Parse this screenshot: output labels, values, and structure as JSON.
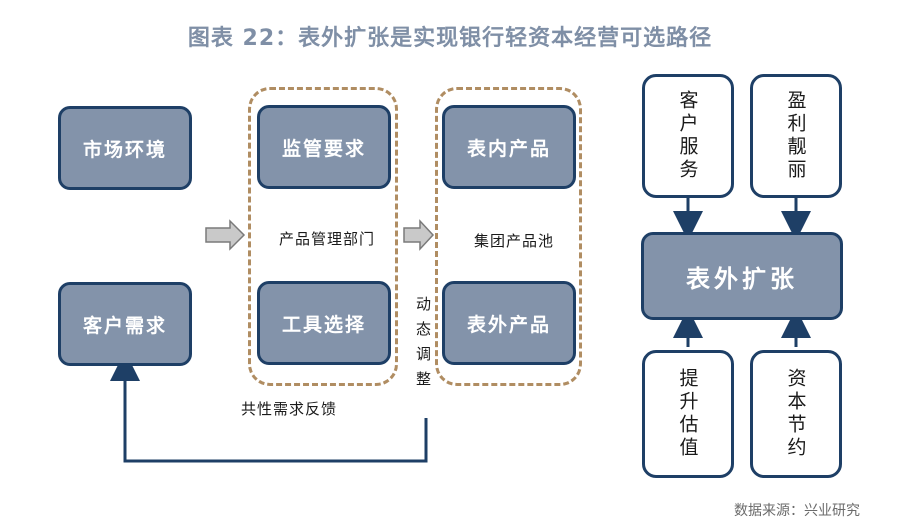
{
  "title": "图表 22：表外扩张是实现银行轻资本经营可选路径",
  "source": "数据来源：兴业研究",
  "left": {
    "market_env": "市场环境",
    "customer_demand": "客户需求"
  },
  "product_dept": {
    "regulation": "监管要求",
    "tool_selection": "工具选择",
    "label": "产品管理部门"
  },
  "product_pool": {
    "on_balance": "表内产品",
    "off_balance": "表外产品",
    "label": "集团产品池"
  },
  "dynamic_adjust": "动态调整",
  "feedback": "共性需求反馈",
  "right": {
    "customer_service": "客户服务",
    "profit": "盈利靓丽",
    "expansion": "表外扩张",
    "valuation": "提升估值",
    "capital_saving": "资本节约"
  },
  "colors": {
    "box_fill": "#8393aa",
    "box_border": "#1e3f66",
    "dashed_border": "#b08d62",
    "title": "#7f8fa6"
  }
}
